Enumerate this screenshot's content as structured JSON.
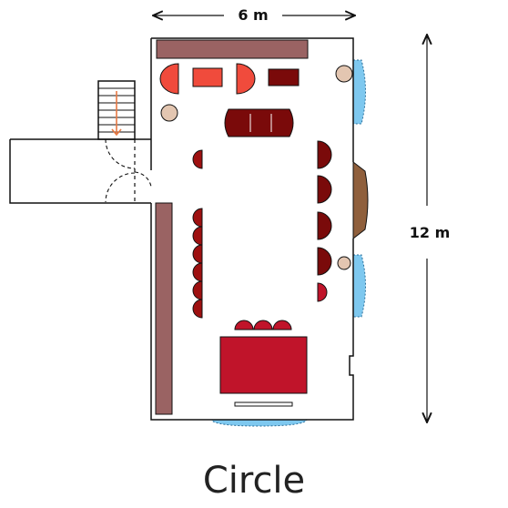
{
  "dimensions": {
    "width_label": "6 m",
    "height_label": "12 m"
  },
  "caption": "Circle",
  "colors": {
    "wall": "#111111",
    "bar": "#9a6363",
    "chair_red": "#f04b3c",
    "seat_dark": "#7a0a0a",
    "seat_mid": "#9e1010",
    "seat_crimson": "#c0142a",
    "window": "#7ec8ef",
    "plant": "#e3c6b1",
    "fireplace": "#8f5f3c",
    "stair_arrow": "#e87a45"
  }
}
